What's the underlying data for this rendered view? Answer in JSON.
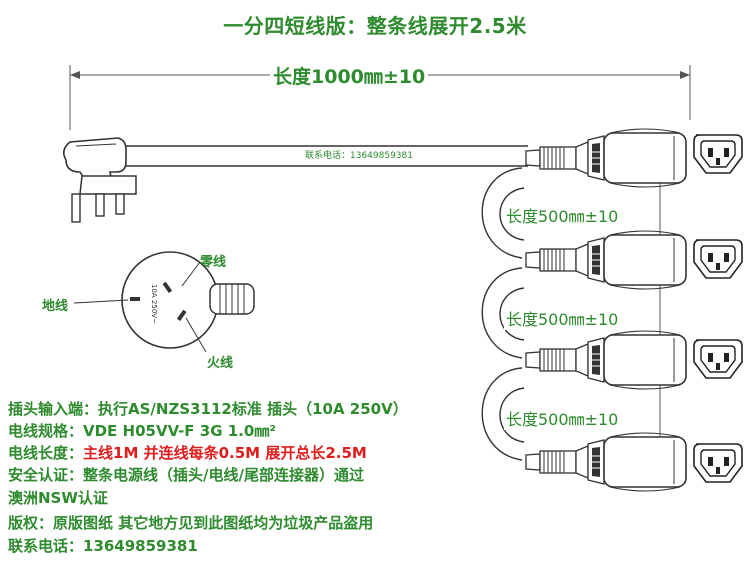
{
  "title": "一分四短线版：整条线展开2.5米",
  "dimensions": {
    "main": "长度1000㎜±10",
    "branch_1": "长度500㎜±10",
    "branch_2": "长度500㎜±10",
    "branch_3": "长度500㎜±10"
  },
  "cable_label": "联系电话：13649859381",
  "plug_face": {
    "neutral_label": "零线",
    "earth_label": "地线",
    "live_label": "火线",
    "rating_text": "10A 250V~"
  },
  "specs": {
    "line1": "插头输入端：执行AS/NZS3112标准  插头（10A 250V）",
    "line2": "电线规格：VDE   H05VV-F  3G 1.0㎜²",
    "line3_label": "电线长度：",
    "line3_value": "主线1M   并连线每条0.5M  展开总长2.5M",
    "line4": "安全认证：整条电源线（插头/电线/尾部连接器）通过",
    "line5": "澳洲NSW认证",
    "line6": "版权：原版图纸  其它地方见到此图纸均为垃圾产品盗用",
    "line7": "联系电话：13649859381"
  },
  "colors": {
    "accent": "#2e8b2e",
    "highlight": "#e01c1c",
    "outline": "#333333"
  }
}
